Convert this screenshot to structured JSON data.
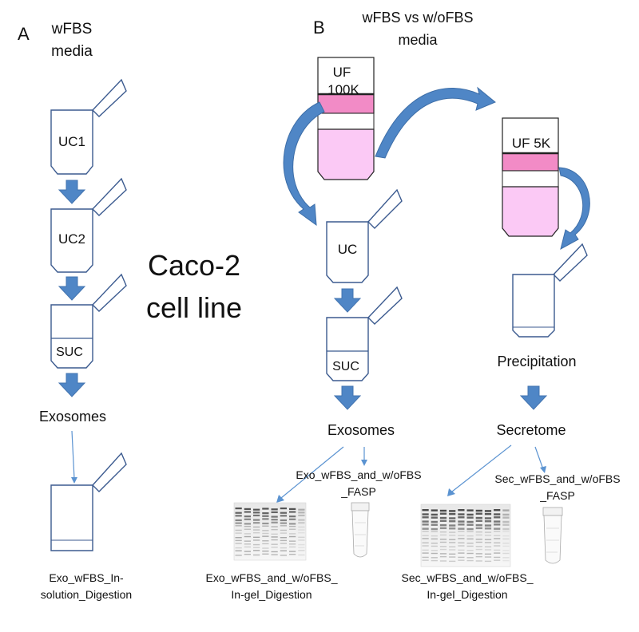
{
  "panel_a": {
    "letter": "A",
    "media_label": [
      "wFBS",
      "media"
    ],
    "uc1_label": "UC1",
    "uc2_label": "UC2",
    "suc_label": "SUC",
    "exosomes_label": "Exosomes",
    "digestion_label": [
      "Exo_wFBS_In-",
      "solution_Digestion"
    ]
  },
  "center": {
    "cell_line": [
      "Caco-2",
      "cell line"
    ]
  },
  "panel_b": {
    "letter": "B",
    "media_label": [
      "wFBS vs w/oFBS",
      "media"
    ],
    "uf100_label": [
      "UF",
      "100K"
    ],
    "uf5_label": "UF 5K",
    "uc_label": "UC",
    "suc_label": "SUC",
    "precipitation_label": "Precipitation",
    "exosomes_label": "Exosomes",
    "secretome_label": "Secretome",
    "exo_fasp_label": [
      "Exo_wFBS_and_w/oFBS",
      "_FASP"
    ],
    "sec_fasp_label": [
      "Sec_wFBS_and_w/oFBS",
      "_FASP"
    ],
    "exo_gel_label": [
      "Exo_wFBS_and_w/oFBS_",
      "In-gel_Digestion"
    ],
    "sec_gel_label": [
      "Sec_wFBS_and_w/oFBS_",
      "In-gel_Digestion"
    ]
  },
  "colors": {
    "arrow_blue": "#4f86c6",
    "tube_outline": "#3b5a8f",
    "suc_fill": "#fbf0cf",
    "pink_band": "#f28bc6",
    "pink_fill": "#fbc9f5",
    "pellet_blue": "#dbe7f5",
    "precipitate": "#fbf0cf"
  }
}
